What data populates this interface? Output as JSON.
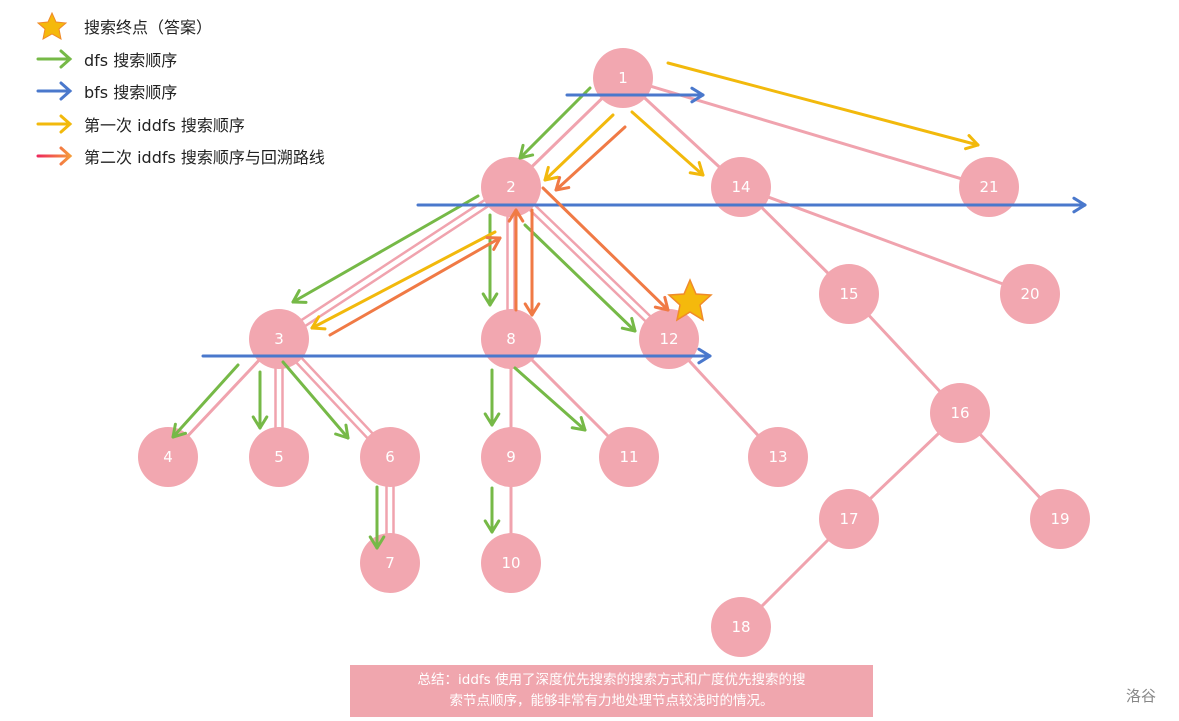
{
  "legend": [
    {
      "icon": "star-icon",
      "label": "搜索终点（答案）",
      "color": "#f5b90c"
    },
    {
      "icon": "green-arrow-icon",
      "label": "dfs 搜索顺序",
      "color": "#76b947"
    },
    {
      "icon": "blue-arrow-icon",
      "label": "bfs 搜索顺序",
      "color": "#4a78cc"
    },
    {
      "icon": "yellow-arrow-icon",
      "label": "第一次 iddfs 搜索顺序",
      "color": "#f2b90c"
    },
    {
      "icon": "gradient-arrow-icon",
      "label": "第二次 iddfs 搜索顺序与回溯路线",
      "color": "#f59b3a"
    }
  ],
  "nodes": [
    "1",
    "2",
    "14",
    "21",
    "3",
    "8",
    "12",
    "15",
    "20",
    "4",
    "5",
    "6",
    "9",
    "11",
    "13",
    "16",
    "7",
    "10",
    "17",
    "19",
    "18"
  ],
  "answer_node": "12",
  "caption": {
    "line1": "总结：iddfs 使用了深度优先搜索的搜索方式和广度优先搜索的搜",
    "line2": "索节点顺序，能够非常有力地处理节点较浅时的情况。"
  },
  "watermark": "洛谷",
  "colors": {
    "node": "#f2a7b0",
    "edge": "#f0a3ae",
    "dfs": "#76b947",
    "bfs": "#4a78cc",
    "iddfs1": "#f2b90c",
    "iddfs2_start": "#ee2a5c",
    "iddfs2_end": "#f59b3a"
  }
}
